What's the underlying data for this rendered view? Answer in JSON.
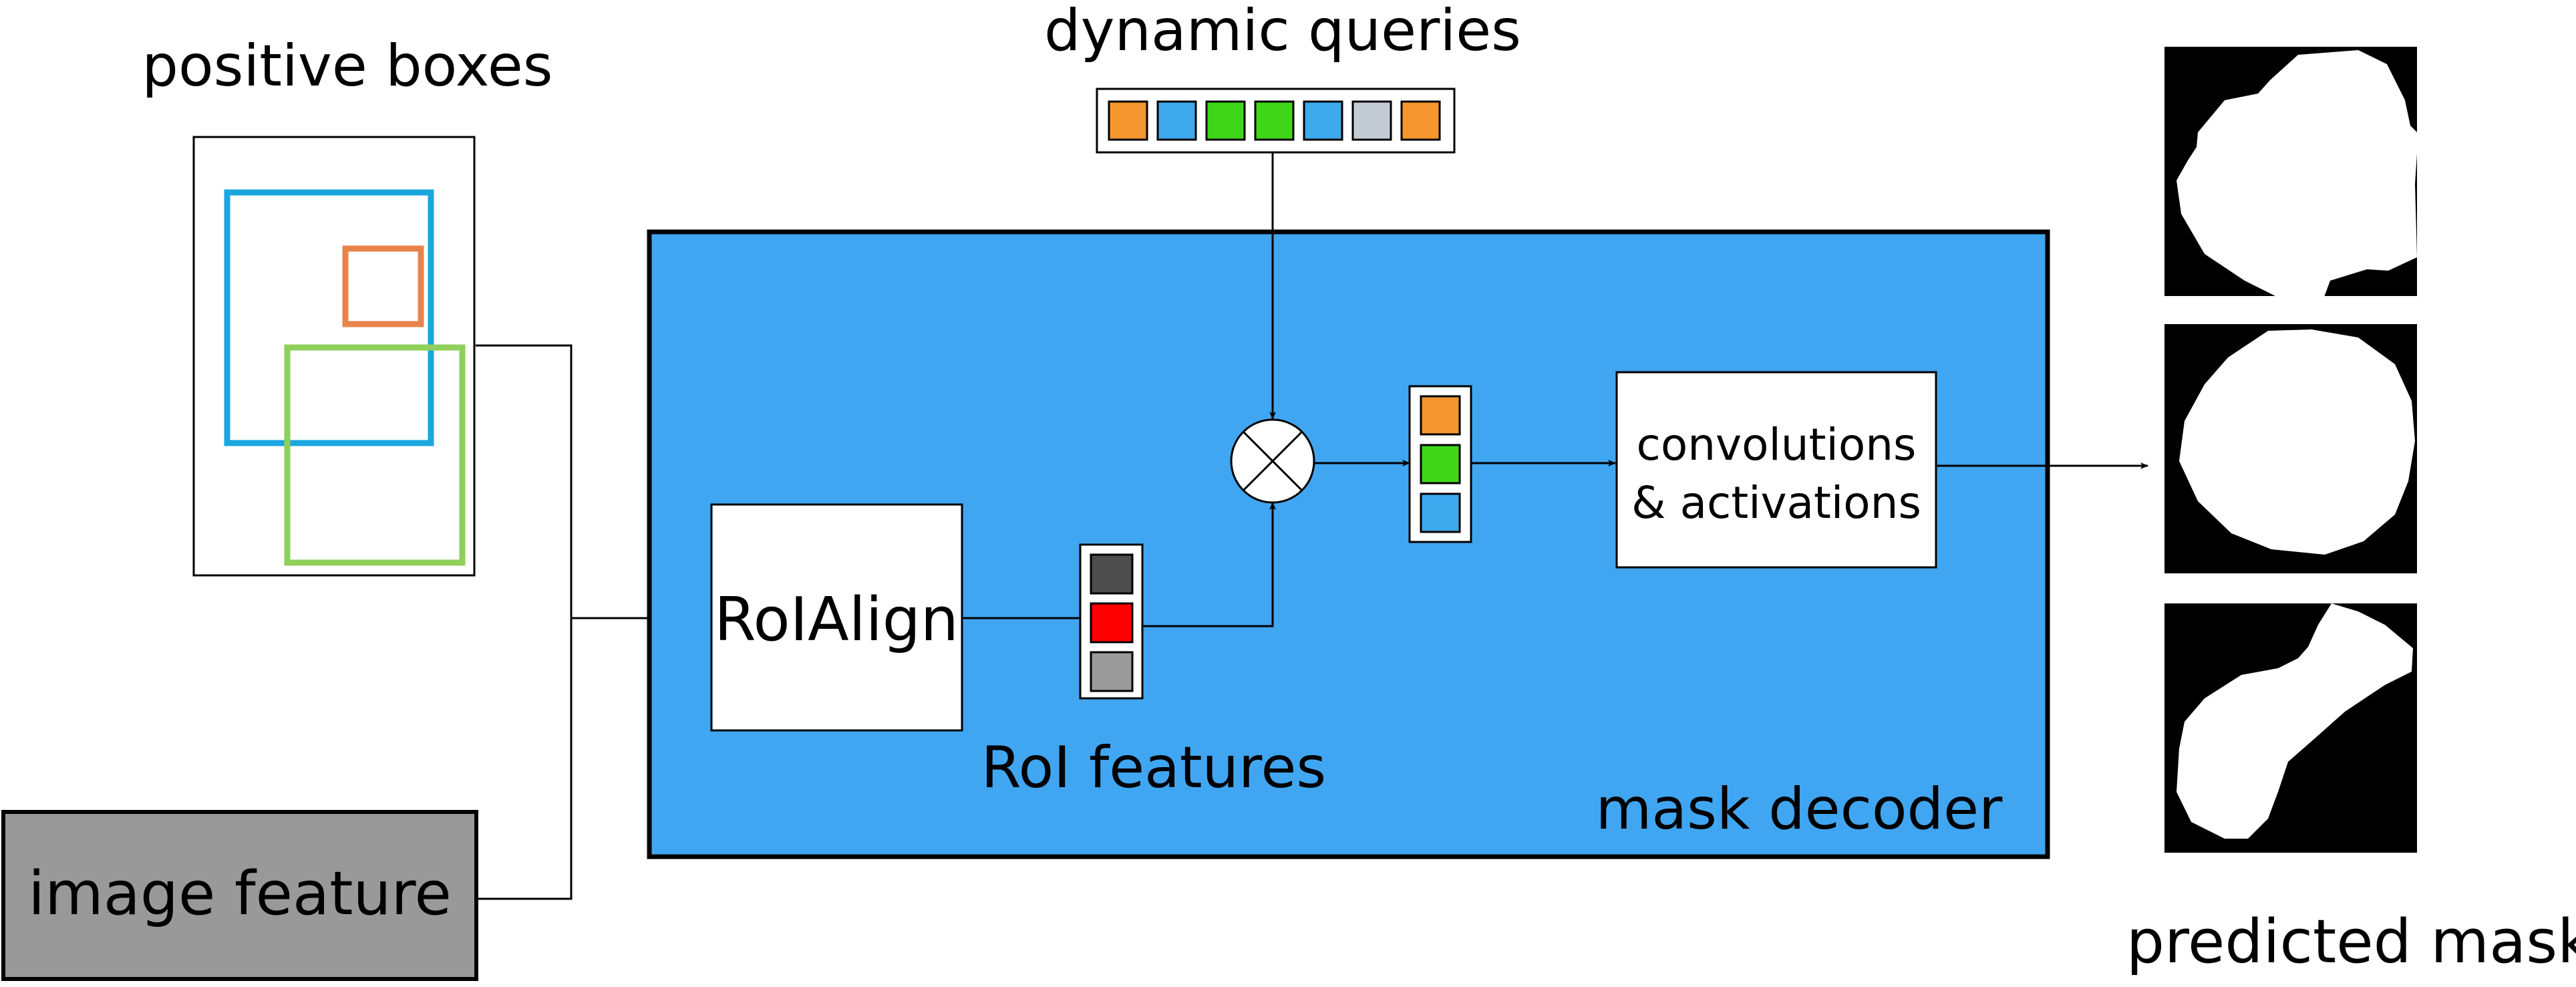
{
  "labels": {
    "positive_boxes": "positive boxes",
    "dynamic_queries": "dynamic queries",
    "image_feature": "image feature",
    "roi_align": "RoIAlign",
    "roi_features": "RoI features",
    "mask_decoder": "mask decoder",
    "conv_line1": "convolutions",
    "conv_line2": "& activations",
    "predicted_masks": "predicted masks"
  },
  "colors": {
    "decoder_bg": "#41a6f1",
    "image_feature_bg": "#999999",
    "box_blue": "#1aa7e0",
    "box_orange": "#e8834a",
    "box_green": "#8fcf5a",
    "query_orange": "#f5962f",
    "query_blue": "#3fa9ee",
    "query_green": "#3fd61a",
    "query_gray": "#c3ccd4",
    "roi_dark": "#4d4d4d",
    "roi_red": "#ff0000",
    "roi_gray": "#9a9a9a"
  },
  "query_colors": [
    "query_orange",
    "query_blue",
    "query_green",
    "query_green",
    "query_blue",
    "query_gray",
    "query_orange"
  ],
  "roi_feature_colors": [
    "roi_dark",
    "roi_red",
    "roi_gray"
  ],
  "combined_colors": [
    "query_orange",
    "query_green",
    "query_blue"
  ]
}
